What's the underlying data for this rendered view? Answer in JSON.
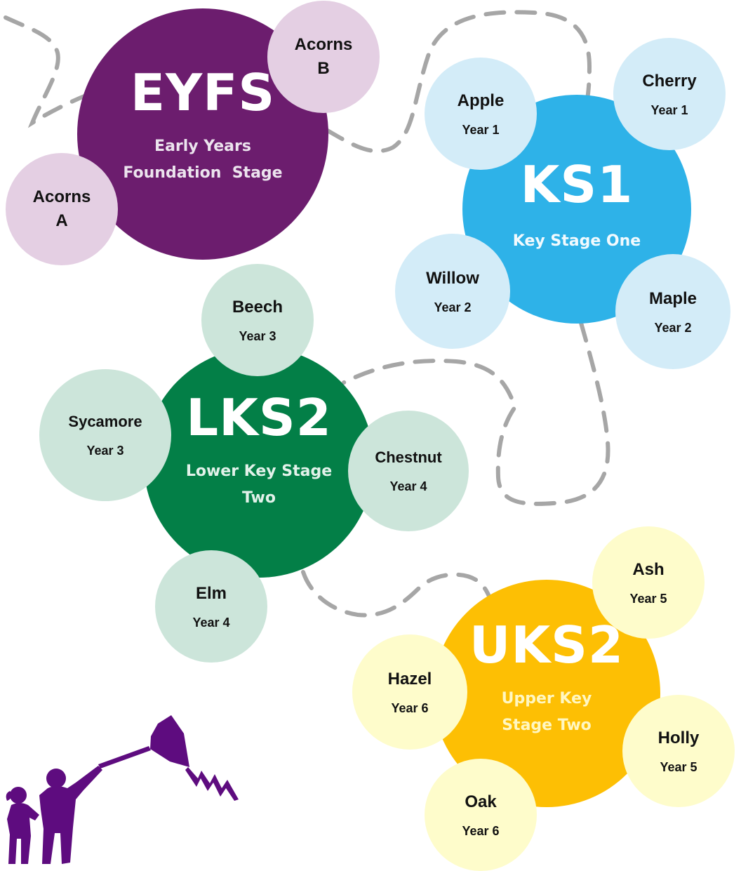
{
  "colors": {
    "eyfs": "#6C1D6E",
    "eyfs_class": "#E4CFE3",
    "ks1": "#2EB2E8",
    "ks1_class": "#D3ECF8",
    "lks2": "#037F47",
    "lks2_class": "#CCE5DA",
    "uks2": "#FDBF04",
    "uks2_class": "#FEFCCB",
    "subtitle_uks2": "#FFF7C2",
    "path": "#A6A6A6",
    "kite": "#5E0C7F"
  },
  "stages": {
    "eyfs": {
      "title": "EYFS",
      "subtitle_line1": "Early Years",
      "subtitle_line2": "Foundation  Stage"
    },
    "ks1": {
      "title": "KS1",
      "subtitle_line1": "Key Stage One"
    },
    "lks2": {
      "title": "LKS2",
      "subtitle_line1": "Lower Key Stage",
      "subtitle_line2": "Two"
    },
    "uks2": {
      "title": "UKS2",
      "subtitle_line1": "Upper Key",
      "subtitle_line2": "Stage Two"
    }
  },
  "classes": {
    "acorns_b": {
      "line1": "Acorns",
      "line2": "B"
    },
    "acorns_a": {
      "line1": "Acorns",
      "line2": "A"
    },
    "apple": {
      "name": "Apple",
      "year": "Year 1"
    },
    "cherry": {
      "name": "Cherry",
      "year": "Year 1"
    },
    "willow": {
      "name": "Willow",
      "year": "Year 2"
    },
    "maple": {
      "name": "Maple",
      "year": "Year 2"
    },
    "beech": {
      "name": "Beech",
      "year": "Year 3"
    },
    "sycamore": {
      "name": "Sycamore",
      "year": "Year 3"
    },
    "chestnut": {
      "name": "Chestnut",
      "year": "Year 4"
    },
    "elm": {
      "name": "Elm",
      "year": "Year 4"
    },
    "ash": {
      "name": "Ash",
      "year": "Year 5"
    },
    "hazel": {
      "name": "Hazel",
      "year": "Year 6"
    },
    "holly": {
      "name": "Holly",
      "year": "Year 5"
    },
    "oak": {
      "name": "Oak",
      "year": "Year 6"
    }
  },
  "icons": {
    "kite_illustration": "children-flying-kite-icon"
  }
}
